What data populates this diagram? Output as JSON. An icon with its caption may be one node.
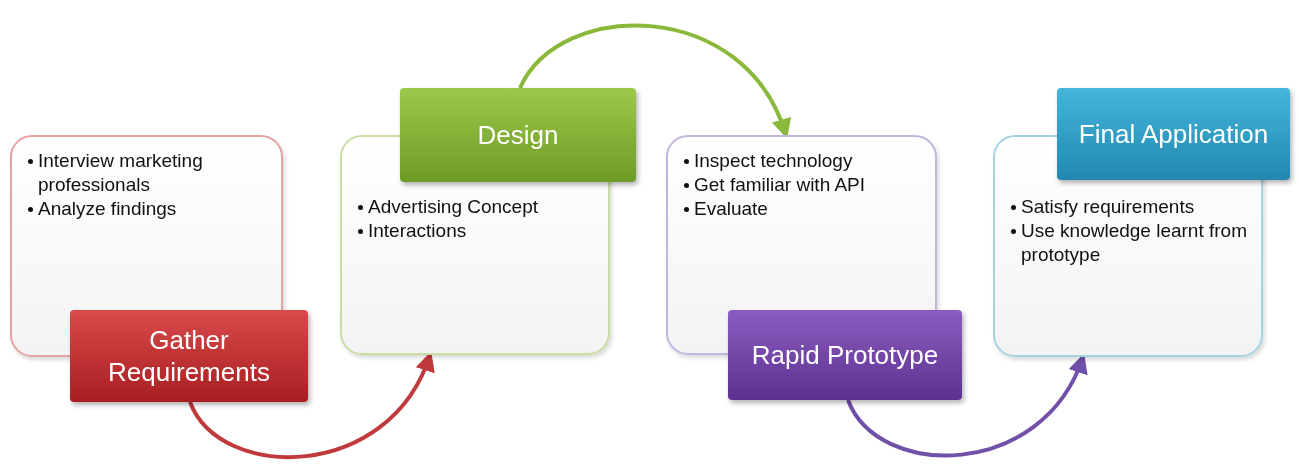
{
  "diagram": {
    "nodes": [
      {
        "text": [
          "Interview marketing professionals",
          "Analyze findings"
        ]
      },
      {
        "text": [
          "Gather Requirements"
        ]
      },
      {
        "text": [
          "Advertising Concept",
          "Interactions"
        ]
      },
      {
        "text": [
          "Design"
        ]
      },
      {
        "text": [
          "Inspect technology",
          "Get familiar with API",
          "Evaluate"
        ]
      },
      {
        "text": [
          "Rapid Prototype"
        ]
      },
      {
        "text": [
          "Satisfy requirements",
          "Use knowledge learnt from prototype"
        ]
      },
      {
        "text": [
          "Final Application"
        ]
      }
    ],
    "edges": [
      {
        "from": 1,
        "to": 2,
        "arrow": "to",
        "color": "#c0393b"
      },
      {
        "from": 3,
        "to": 4,
        "arrow": "to",
        "color": "#8ab83a"
      },
      {
        "from": 5,
        "to": 6,
        "arrow": "to",
        "color": "#7050a8"
      }
    ]
  }
}
